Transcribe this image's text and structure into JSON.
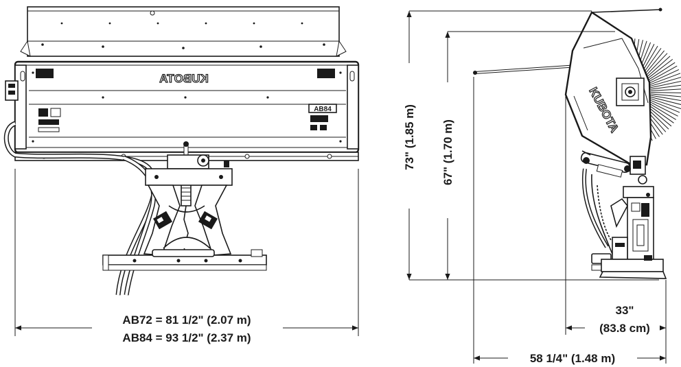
{
  "front_view": {
    "brand_label": "KUBOTA",
    "model_plate": "AB84",
    "width_dimension_line1": "AB72 = 81 1/2\" (2.07 m)",
    "width_dimension_line2": "AB84 = 93 1/2\" (2.37 m)"
  },
  "side_view": {
    "brand_label": "KUBOTA",
    "total_height_dimension": "73\" (1.85 m)",
    "hood_height_dimension": "67\" (1.70 m)",
    "depth_dimension_line1": "33\"",
    "depth_dimension_line2": "(83.8 cm)",
    "length_dimension": "58 1/4\" (1.48 m)"
  },
  "colors": {
    "ink": "#1a1a1a",
    "background": "#ffffff"
  }
}
